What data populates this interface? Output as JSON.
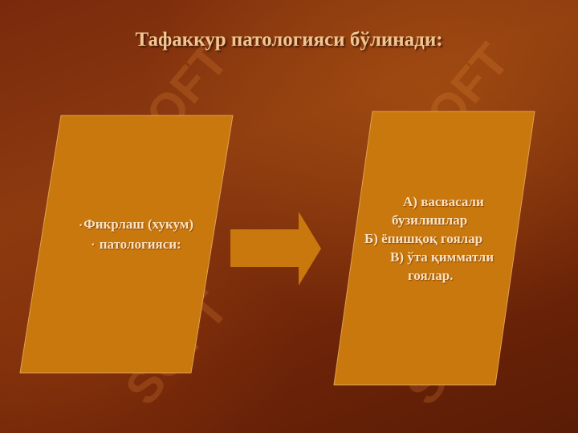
{
  "slide": {
    "title": "Тафаккур патологияси бўлинади:",
    "left_box": {
      "line1": "Фикрлаш (хукум)",
      "line2": "патологияси:"
    },
    "right_box": {
      "lines": [
        "А) васвасали",
        "бузилишлар",
        "Б) ёпишқоқ гоялар",
        "В) ўта қимматли",
        "гоялар."
      ]
    },
    "colors": {
      "box_fill": "#c9780e",
      "arrow_fill": "#c9780e",
      "title_color": "#f0c690",
      "text_color": "#fbe2c0"
    },
    "watermark_text": "SOFT"
  }
}
